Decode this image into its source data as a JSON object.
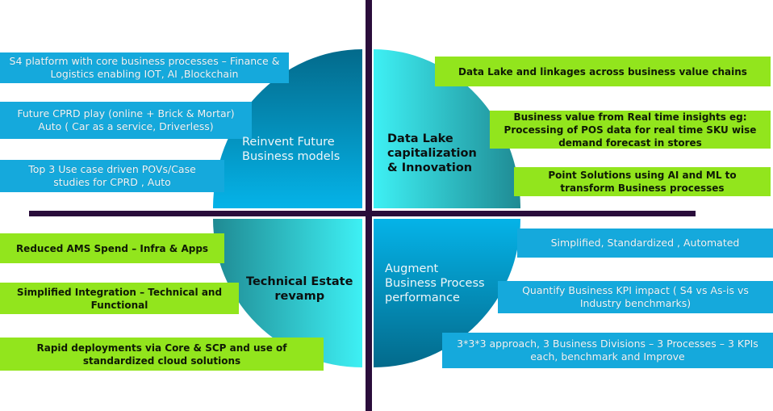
{
  "colors": {
    "blue_box": "#15a9dc",
    "green_box": "#92e51d",
    "divider": "#2a0d3b",
    "teal_light": "#3ef0f4",
    "teal_dark": "#1f8a93",
    "blue_light": "#05b3e8",
    "blue_dark": "#036a8b"
  },
  "quadrants": {
    "top_left": {
      "label_line1": "Reinvent Future",
      "label_line2": "Business models",
      "items": [
        "S4 platform with core business processes – Finance & Logistics enabling IOT, AI ,Blockchain",
        "Future CPRD play (online + Brick & Mortar) Auto ( Car as a service, Driverless)",
        "Top 3 Use case driven POVs/Case studies for CPRD , Auto"
      ]
    },
    "top_right": {
      "label_line1": "Data Lake",
      "label_line2": "capitalization",
      "label_line3": "& Innovation",
      "items": [
        "Data Lake and linkages across business value chains",
        "Business value from Real time insights eg: Processing of POS data for real time SKU wise demand forecast in stores",
        "Point Solutions using AI and ML to transform Business processes"
      ]
    },
    "bottom_left": {
      "label_line1": "Technical Estate",
      "label_line2": "revamp",
      "items": [
        "Reduced AMS Spend – Infra & Apps",
        "Simplified Integration – Technical and Functional",
        "Rapid deployments via Core & SCP and use of standardized cloud solutions"
      ]
    },
    "bottom_right": {
      "label_line1": "Augment",
      "label_line2": "Business Process",
      "label_line3": "performance",
      "items": [
        "Simplified, Standardized , Automated",
        "Quantify Business KPI impact ( S4 vs As-is vs Industry benchmarks)",
        "3*3*3 approach,  3 Business Divisions – 3 Processes – 3 KPIs each, benchmark and Improve"
      ]
    }
  }
}
